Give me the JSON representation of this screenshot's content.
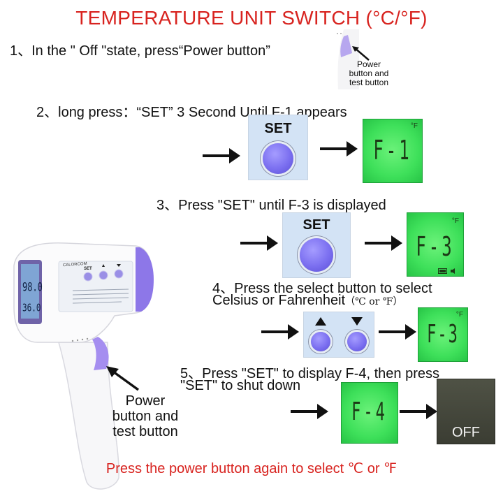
{
  "title": "TEMPERATURE UNIT SWITCH (°C/°F)",
  "steps": {
    "s1": "1、In the \" Off \"state, press“Power button”",
    "s2": "2、long press：“SET” 3 Second Until F-1 appears",
    "s3": "3、Press \"SET\" until F-3 is displayed",
    "s4_line1": "4、Press the select button to select",
    "s4_line2": "Celsius or Fahrenheit",
    "s4_units": "（℃ or ℉）",
    "s5_line1": "5、Press \"SET\" to display F-4, then press",
    "s5_line2": "\"SET\" to shut down"
  },
  "callout_small": {
    "line1": "Power",
    "line2": "button and",
    "line3": "test button"
  },
  "callout_big": {
    "line1": "Power",
    "line2": "button and",
    "line3": "test button"
  },
  "set_label": "SET",
  "lcd": {
    "f1": "F-1",
    "f3": "F-3",
    "f4": "F-4",
    "unit_f": "°F"
  },
  "off_label": "OFF",
  "device": {
    "reading1": "98.0",
    "reading2": "36.0",
    "brand": "CALORCOM",
    "key_set": "SET"
  },
  "footer": "Press the power button again to select ℃ or ℉",
  "colors": {
    "title": "#d8231f",
    "accent_purple": "#7b6ff0",
    "lcd_green": "#3ee05a"
  }
}
